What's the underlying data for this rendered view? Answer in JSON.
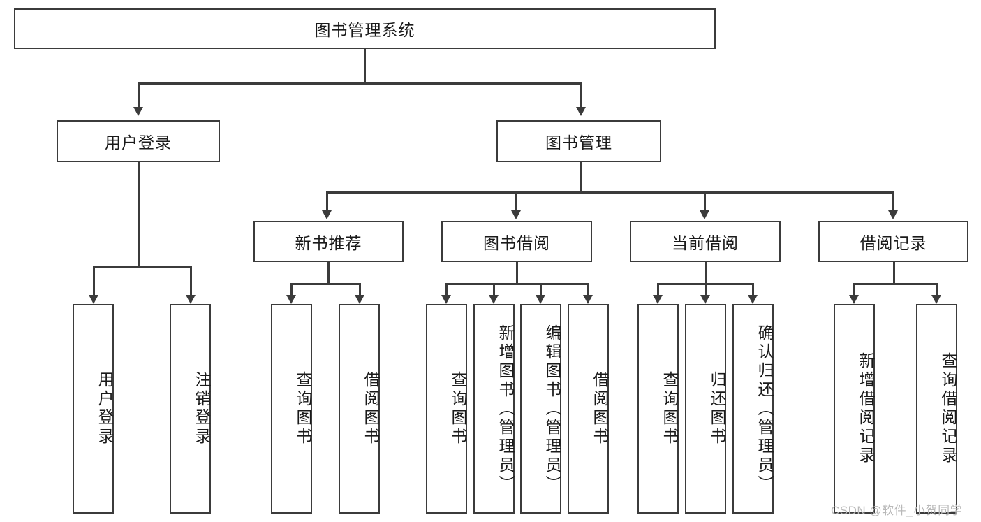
{
  "diagram": {
    "title": "图书管理系统",
    "type": "hierarchy-tree",
    "root": {
      "label": "图书管理系统"
    },
    "level2": [
      {
        "label": "用户登录"
      },
      {
        "label": "图书管理"
      }
    ],
    "level3": [
      {
        "label": "新书推荐"
      },
      {
        "label": "图书借阅"
      },
      {
        "label": "当前借阅"
      },
      {
        "label": "借阅记录"
      }
    ],
    "leaves": {
      "user_login": [
        {
          "label": "用户登录"
        },
        {
          "label": "注销登录"
        }
      ],
      "new_book_recommend": [
        {
          "label": "查询图书"
        },
        {
          "label": "借阅图书"
        }
      ],
      "book_borrow": [
        {
          "label": "查询图书"
        },
        {
          "label": "新增图书（管理员）"
        },
        {
          "label": "编辑图书（管理员）"
        },
        {
          "label": "借阅图书"
        }
      ],
      "current_borrow": [
        {
          "label": "查询图书"
        },
        {
          "label": "归还图书"
        },
        {
          "label": "确认归还（管理员）"
        }
      ],
      "borrow_records": [
        {
          "label": "新增借阅记录"
        },
        {
          "label": "查询借阅记录"
        }
      ]
    }
  },
  "watermark": {
    "text": "CSDN @软件_小贺同学"
  },
  "colors": {
    "stroke": "#3b3b3b",
    "text": "#1a1a1a",
    "background": "#ffffff",
    "watermark": "#b9b9b9"
  }
}
